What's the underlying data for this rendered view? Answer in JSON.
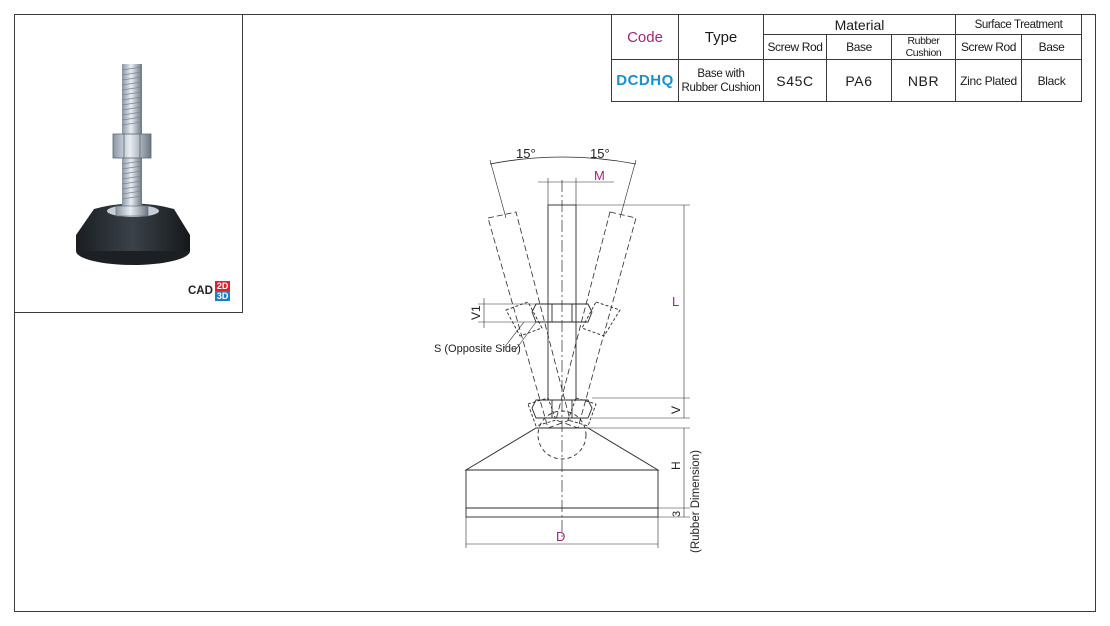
{
  "table": {
    "code_header": "Code",
    "type_header": "Type",
    "material_header": "Material",
    "surface_header": "Surface Treatment",
    "sub_headers": [
      "Screw Rod",
      "Base",
      "Rubber Cushion",
      "Screw Rod",
      "Base"
    ],
    "row": {
      "code": "DCDHQ",
      "type_line1": "Base with",
      "type_line2": "Rubber Cushion",
      "values": [
        "S45C",
        "PA6",
        "NBR",
        "Zinc Plated",
        "Black"
      ]
    }
  },
  "cad_badge": {
    "text": "CAD",
    "top": "2D",
    "bottom": "3D"
  },
  "drawing": {
    "angle_left": "15°",
    "angle_right": "15°",
    "dim_M": "M",
    "dim_L": "L",
    "dim_V1": "V1",
    "dim_V": "V",
    "dim_H": "H",
    "dim_3": "3",
    "dim_D": "D",
    "note_S": "S (Opposite Side)",
    "note_rubber": "(Rubber Dimension)"
  },
  "colors": {
    "code": "#1a8fcf",
    "code_header": "#a0267a",
    "dim_label": "#a0267a"
  }
}
